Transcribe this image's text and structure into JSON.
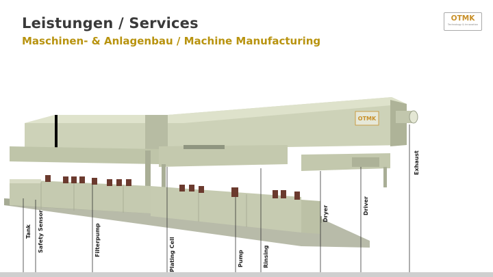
{
  "header": {
    "title": "Leistungen / Services",
    "subtitle": "Maschinen- & Anlagenbau / Machine Manufacturing"
  },
  "logo": {
    "text": "OTMK",
    "small_text": "Technology & Innovation"
  },
  "machine": {
    "panel_logo": "OTMK"
  },
  "callouts": {
    "tank": "Tank",
    "safety_sensor": "Safety Sensor",
    "filterpump": "Filterpump",
    "plating_cell": "Plating Cell",
    "pump": "Pump",
    "rinsing": "Rinsing",
    "dryer": "Dryer",
    "driver": "Driver",
    "exhaust": "Exhaust"
  },
  "colors": {
    "title": "#3a3a3a",
    "subtitle": "#b8930f",
    "logo_accent": "#c88f28",
    "machine_body": "#c9cfb4",
    "machine_shadow": "#9aa08a",
    "valve": "#6b3a2e"
  }
}
